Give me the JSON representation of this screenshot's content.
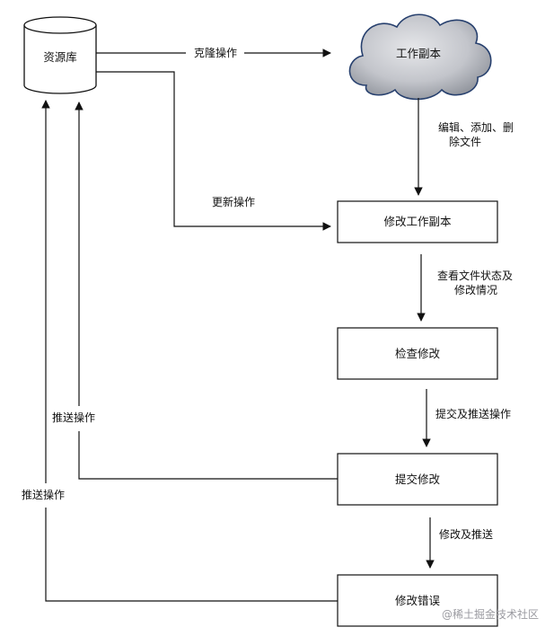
{
  "nodes": {
    "repo": "资源库",
    "working_copy": "工作副本",
    "modify_copy": "修改工作副本",
    "check_changes": "检查修改",
    "commit_changes": "提交修改",
    "fix_errors": "修改错误"
  },
  "edges": {
    "clone": "克隆操作",
    "edit_line1": "编辑、添加、删",
    "edit_line2": "除文件",
    "update": "更新操作",
    "status_line1": "查看文件状态及",
    "status_line2": "修改情况",
    "commit_push": "提交及推送操作",
    "push_inner": "推送操作",
    "fix_push": "修改及推送",
    "push_outer": "推送操作"
  },
  "watermark": "@稀土掘金技术社区"
}
